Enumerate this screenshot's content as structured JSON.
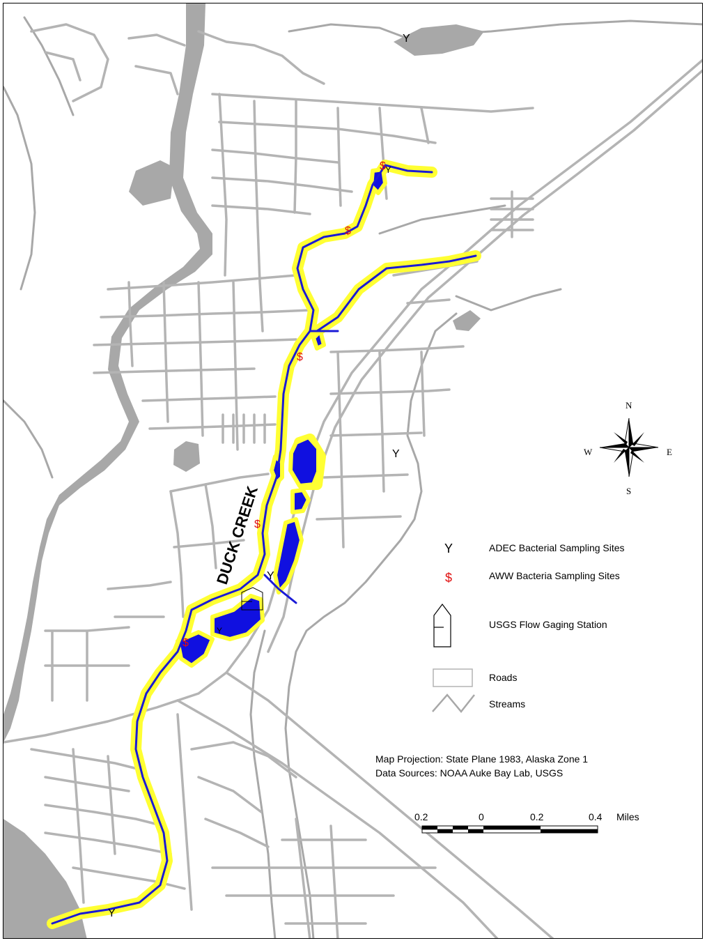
{
  "map": {
    "creek_label": "DUCK CREEK",
    "colors": {
      "water": "#a8a8a8",
      "roads": "#b4b4b4",
      "streams": "#a8a8a8",
      "creek": "#1a1ad6",
      "ponds": "#1010e0",
      "buffer": "#ffff33",
      "aww_site": "#e01010"
    },
    "site_markers": {
      "adec_symbol": "Y",
      "aww_symbol": "$"
    }
  },
  "compass": {
    "north": "N",
    "south": "S",
    "east": "E",
    "west": "W",
    "icon": "north-arrow-compass-rose-icon"
  },
  "legend": {
    "items": [
      {
        "symbol": "Y",
        "label": "ADEC Bacterial Sampling Sites",
        "icon": "adec-site-icon"
      },
      {
        "symbol": "$",
        "label": "AWW Bacteria Sampling Sites",
        "icon": "aww-site-icon"
      },
      {
        "symbol": "",
        "label": "USGS Flow Gaging Station",
        "icon": "gaging-station-icon"
      },
      {
        "symbol": "",
        "label": "Roads",
        "icon": "roads-swatch-icon"
      },
      {
        "symbol": "",
        "label": "Streams",
        "icon": "streams-swatch-icon"
      }
    ]
  },
  "notes": {
    "projection": "Map Projection: State Plane 1983, Alaska Zone 1",
    "sources": "Data Sources: NOAA Auke Bay Lab, USGS"
  },
  "scale_bar": {
    "tick_labels": [
      "0.2",
      "0",
      "0.2",
      "0.4"
    ],
    "unit": "Miles"
  }
}
